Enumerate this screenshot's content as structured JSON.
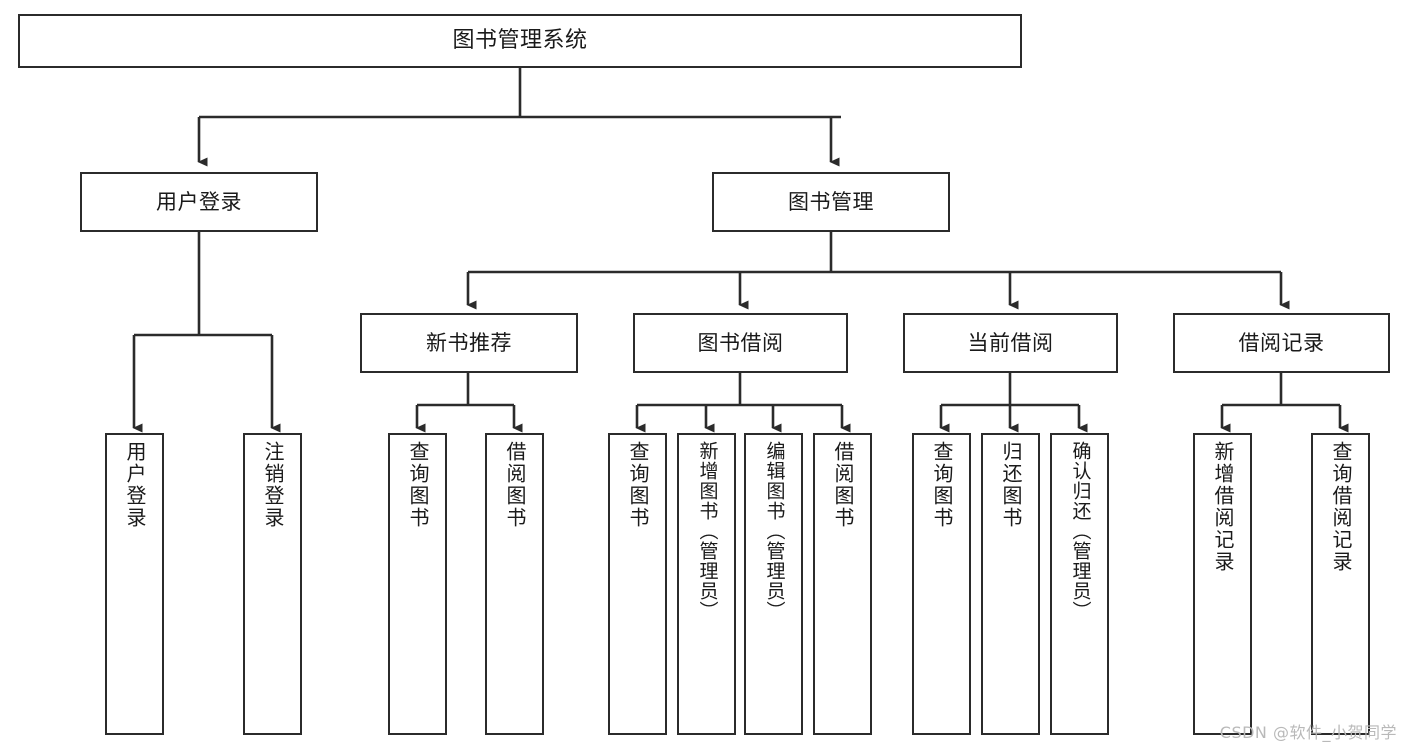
{
  "diagram": {
    "title": "图书管理系统",
    "type": "tree",
    "stroke_color": "#2b2b2b",
    "fill_color": "#ffffff",
    "text_color": "#1a1a1a",
    "watermark": "CSDN @软件_小贺同学",
    "nodes": {
      "root": {
        "label": "图书管理系统"
      },
      "level2": [
        {
          "id": "user-login",
          "label": "用户登录"
        },
        {
          "id": "book-manage",
          "label": "图书管理"
        }
      ],
      "level3": [
        {
          "id": "new-book-recommend",
          "label": "新书推荐"
        },
        {
          "id": "book-borrow",
          "label": "图书借阅"
        },
        {
          "id": "current-borrow",
          "label": "当前借阅"
        },
        {
          "id": "borrow-record",
          "label": "借阅记录"
        }
      ],
      "leaves": {
        "user_login": [
          {
            "id": "leaf-user-login",
            "label": "用户登录"
          },
          {
            "id": "leaf-logout-login",
            "label": "注销登录"
          }
        ],
        "new_book_recommend": [
          {
            "id": "leaf-query-book-1",
            "label": "查询图书"
          },
          {
            "id": "leaf-borrow-book-1",
            "label": "借阅图书"
          }
        ],
        "book_borrow": [
          {
            "id": "leaf-query-book-2",
            "label": "查询图书"
          },
          {
            "id": "leaf-add-book",
            "label": "新增图书（管理员）"
          },
          {
            "id": "leaf-edit-book",
            "label": "编辑图书（管理员）"
          },
          {
            "id": "leaf-borrow-book-2",
            "label": "借阅图书"
          }
        ],
        "current_borrow": [
          {
            "id": "leaf-query-book-3",
            "label": "查询图书"
          },
          {
            "id": "leaf-return-book",
            "label": "归还图书"
          },
          {
            "id": "leaf-confirm-return",
            "label": "确认归还（管理员）"
          }
        ],
        "borrow_record": [
          {
            "id": "leaf-add-record",
            "label": "新增借阅记录"
          },
          {
            "id": "leaf-query-record",
            "label": "查询借阅记录"
          }
        ]
      }
    }
  }
}
